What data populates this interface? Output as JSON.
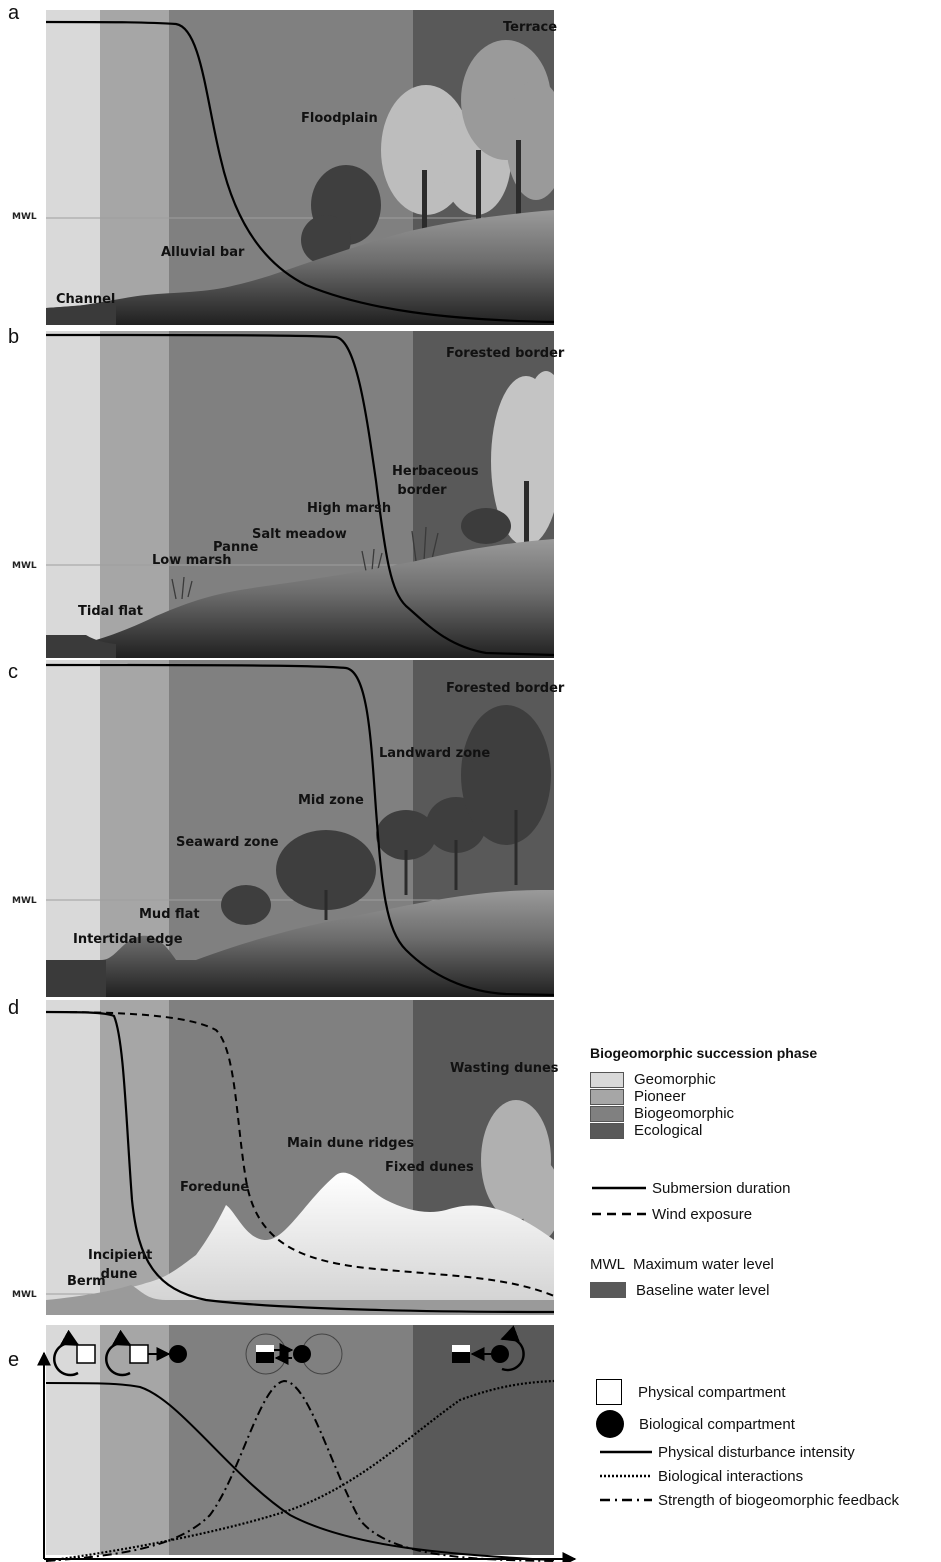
{
  "panel_labels": [
    "a",
    "b",
    "c",
    "d",
    "e"
  ],
  "mwl": "MWL",
  "panel_a": {
    "zones": [
      "Channel",
      "Alluvial bar",
      "Floodplain",
      "Terrace"
    ]
  },
  "panel_b": {
    "zones": [
      "Tidal flat",
      "Low marsh",
      "Panne",
      "Salt meadow",
      "High marsh",
      "Herbaceous border",
      "Forested border"
    ]
  },
  "panel_c": {
    "zones": [
      "Intertidal edge",
      "Mud flat",
      "Seaward zone",
      "Mid zone",
      "Landward zone",
      "Forested border"
    ]
  },
  "panel_d": {
    "zones": [
      "Berm",
      "Incipient dune",
      "Foredune",
      "Main dune ridges",
      "Fixed dunes",
      "Wasting dunes"
    ]
  },
  "phase_colors": {
    "geomorphic": "#d9d9d9",
    "pioneer": "#a6a6a6",
    "biogeomorphic": "#808080",
    "ecological": "#595959"
  },
  "legend": {
    "title": "Biogeomorphic succession phase",
    "phases": [
      "Geomorphic",
      "Pioneer",
      "Biogeomorphic",
      "Ecological"
    ],
    "submersion": "Submersion duration",
    "wind": "Wind exposure",
    "mwl_desc": "Maximum water level",
    "baseline": "Baseline water level"
  },
  "legend_e": {
    "physical": "Physical compartment",
    "biological": "Biological compartment",
    "disturbance": "Physical disturbance intensity",
    "interactions": "Biological interactions",
    "feedback": "Strength of biogeomorphic feedback"
  },
  "icons": [
    "physical-self-loop-icon",
    "physical-to-biological-icon",
    "two-way-feedback-icon",
    "biological-self-loop-icon"
  ]
}
